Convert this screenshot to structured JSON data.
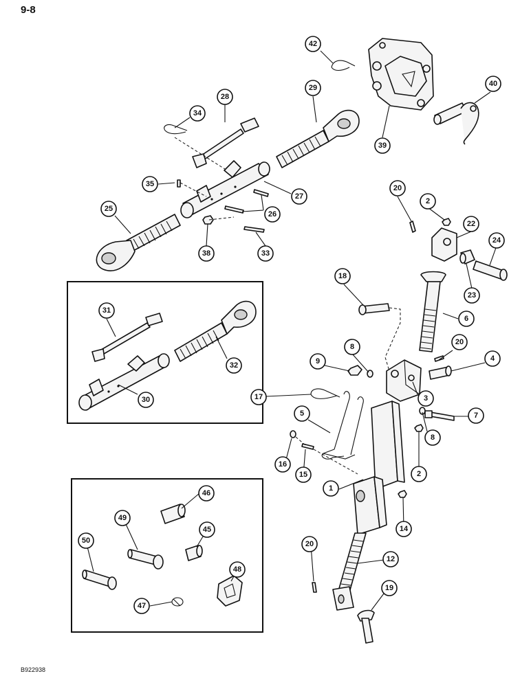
{
  "page": {
    "number": "9-8",
    "figure_code": "B922938"
  },
  "callouts": [
    {
      "id": "c42",
      "label": "42"
    },
    {
      "id": "c28",
      "label": "28"
    },
    {
      "id": "c29",
      "label": "29"
    },
    {
      "id": "c34",
      "label": "34"
    },
    {
      "id": "c40",
      "label": "40"
    },
    {
      "id": "c39",
      "label": "39"
    },
    {
      "id": "c35",
      "label": "35"
    },
    {
      "id": "c27",
      "label": "27"
    },
    {
      "id": "c25",
      "label": "25"
    },
    {
      "id": "c26",
      "label": "26"
    },
    {
      "id": "c38",
      "label": "38"
    },
    {
      "id": "c33",
      "label": "33"
    },
    {
      "id": "c20a",
      "label": "20"
    },
    {
      "id": "c2a",
      "label": "2"
    },
    {
      "id": "c22",
      "label": "22"
    },
    {
      "id": "c24",
      "label": "24"
    },
    {
      "id": "c23",
      "label": "23"
    },
    {
      "id": "c18",
      "label": "18"
    },
    {
      "id": "c6",
      "label": "6"
    },
    {
      "id": "c31",
      "label": "31"
    },
    {
      "id": "c32",
      "label": "32"
    },
    {
      "id": "c30",
      "label": "30"
    },
    {
      "id": "c8a",
      "label": "8"
    },
    {
      "id": "c9",
      "label": "9"
    },
    {
      "id": "c20b",
      "label": "20"
    },
    {
      "id": "c4",
      "label": "4"
    },
    {
      "id": "c17",
      "label": "17"
    },
    {
      "id": "c3",
      "label": "3"
    },
    {
      "id": "c5",
      "label": "5"
    },
    {
      "id": "c7",
      "label": "7"
    },
    {
      "id": "c8b",
      "label": "8"
    },
    {
      "id": "c16",
      "label": "16"
    },
    {
      "id": "c15",
      "label": "15"
    },
    {
      "id": "c2b",
      "label": "2"
    },
    {
      "id": "c1",
      "label": "1"
    },
    {
      "id": "c46",
      "label": "46"
    },
    {
      "id": "c49",
      "label": "49"
    },
    {
      "id": "c45",
      "label": "45"
    },
    {
      "id": "c50",
      "label": "50"
    },
    {
      "id": "c14",
      "label": "14"
    },
    {
      "id": "c48",
      "label": "48"
    },
    {
      "id": "c20c",
      "label": "20"
    },
    {
      "id": "c12",
      "label": "12"
    },
    {
      "id": "c47",
      "label": "47"
    },
    {
      "id": "c19",
      "label": "19"
    }
  ]
}
